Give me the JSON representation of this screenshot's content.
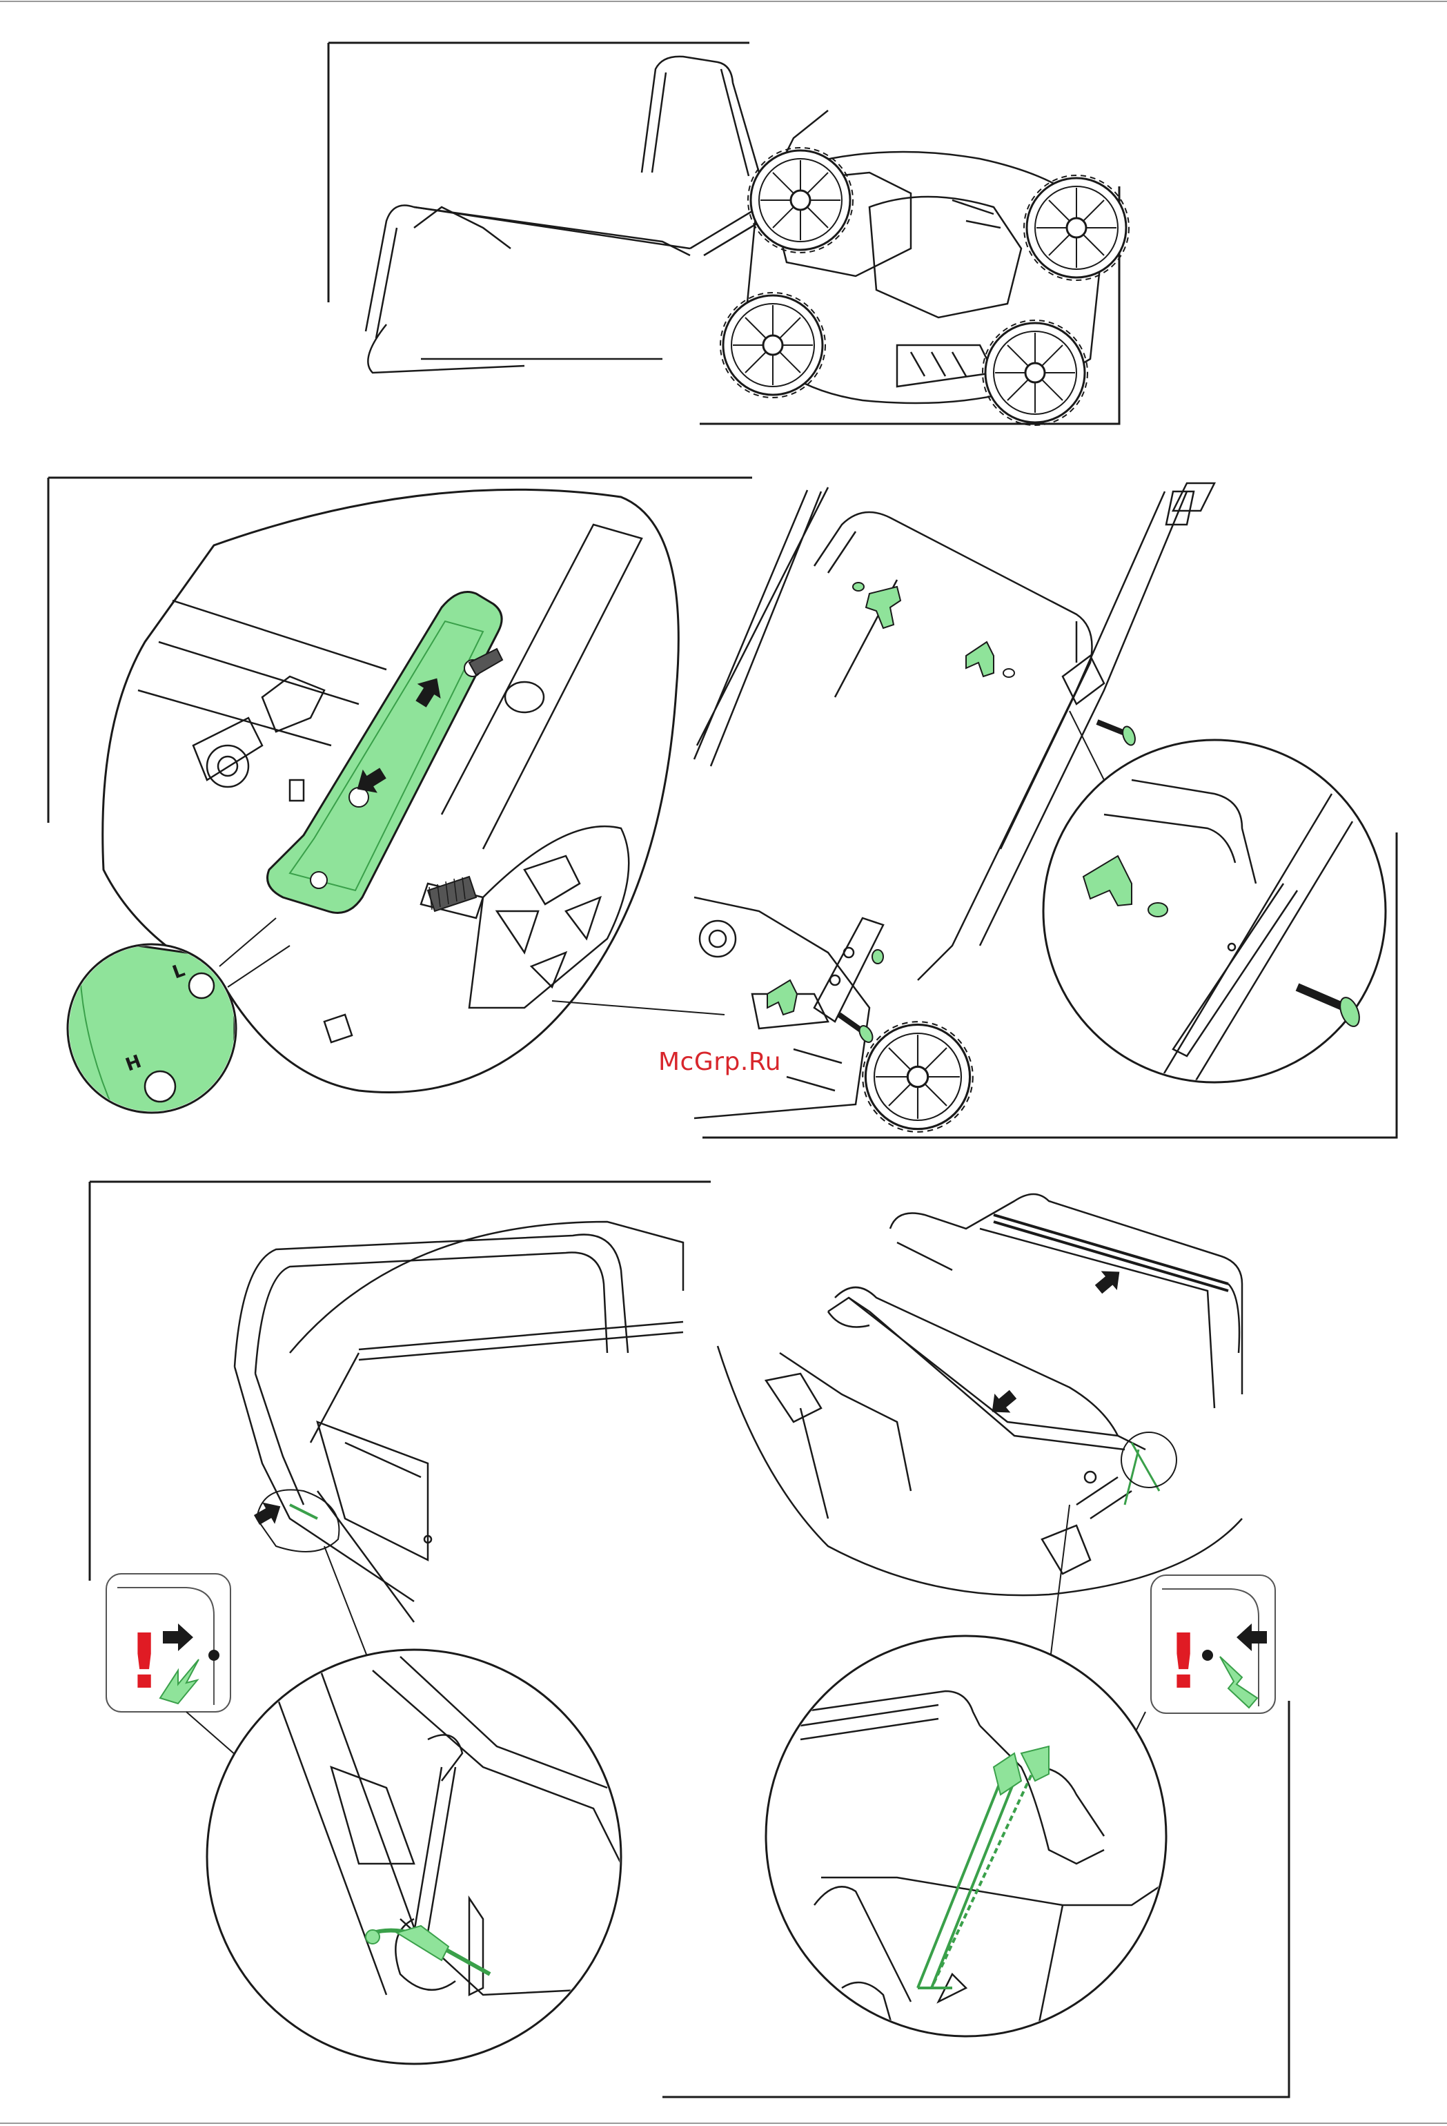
{
  "watermark": "McGrp.Ru",
  "diagram": {
    "panels": [
      {
        "id": "panel-1",
        "step": "unfold handle"
      },
      {
        "id": "panel-2",
        "step": "set handle height H / L"
      },
      {
        "id": "panel-3",
        "step": "fit knobs and bolts"
      },
      {
        "id": "panel-4",
        "step": "attach engine brake cable (left)"
      },
      {
        "id": "panel-5",
        "step": "attach drive cable (right)"
      }
    ],
    "height_labels": {
      "high": "H",
      "low": "L"
    },
    "warning_mark": "!",
    "colors": {
      "highlight": "#8fe39a",
      "highlight_stroke": "#3aa04a",
      "warning": "#e01b24",
      "line": "#1a1a1a"
    }
  }
}
